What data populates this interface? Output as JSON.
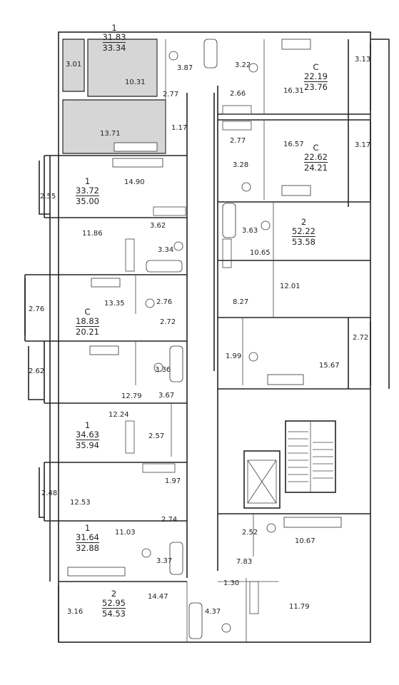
{
  "apartments": [
    {
      "id": "a1",
      "type": "1",
      "living": "31.83",
      "total": "33.34"
    },
    {
      "id": "a2",
      "type": "С",
      "living": "22.19",
      "total": "23.76"
    },
    {
      "id": "a3",
      "type": "С",
      "living": "22.62",
      "total": "24.21"
    },
    {
      "id": "a4",
      "type": "1",
      "living": "33.72",
      "total": "35.00"
    },
    {
      "id": "a5",
      "type": "2",
      "living": "52.22",
      "total": "53.58"
    },
    {
      "id": "a6",
      "type": "С",
      "living": "18.83",
      "total": "20.21"
    },
    {
      "id": "a7",
      "type": "1",
      "living": "34.63",
      "total": "35.94"
    },
    {
      "id": "a8",
      "type": "1",
      "living": "31.64",
      "total": "32.88"
    },
    {
      "id": "a9",
      "type": "2",
      "living": "52.95",
      "total": "54.53"
    }
  ],
  "room_areas": [
    "3.01",
    "10.31",
    "3.87",
    "2.77",
    "13.71",
    "1.17",
    "3.22",
    "2.66",
    "16.31",
    "3.13",
    "2.77",
    "16.57",
    "3.28",
    "3.17",
    "14.90",
    "2.55",
    "3.63",
    "10.65",
    "11.86",
    "3.62",
    "3.34",
    "12.01",
    "2.76",
    "13.35",
    "2.76",
    "2.72",
    "8.27",
    "2.62",
    "3.36",
    "1.99",
    "2.72",
    "15.67",
    "12.79",
    "3.67",
    "12.24",
    "2.57",
    "1.97",
    "2.48",
    "12.53",
    "2.52",
    "10.67",
    "2.74",
    "11.03",
    "3.37",
    "7.83",
    "1.30",
    "14.47",
    "3.16",
    "4.37",
    "11.79"
  ]
}
